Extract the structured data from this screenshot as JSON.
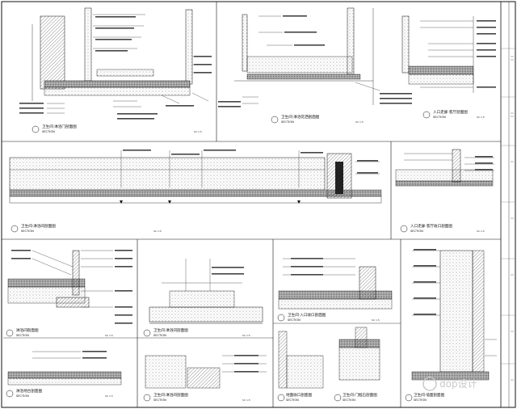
{
  "drawing": {
    "section_label": "SECTION",
    "scale": "SC 1:5",
    "panels": [
      {
        "id": "top-left",
        "title": "卫生间·淋浴门剖面图"
      },
      {
        "id": "top-middle",
        "title": "卫生间·淋浴花洒剖面图"
      },
      {
        "id": "top-right",
        "title": "入口走廊·客厅剖面图"
      },
      {
        "id": "middle-long",
        "title": "卫生间·淋浴间剖面图"
      },
      {
        "id": "middle-right",
        "title": "入口走廊·客厅收口剖面图"
      },
      {
        "id": "bottom-1",
        "title": "淋浴间剖面图"
      },
      {
        "id": "bottom-1b",
        "title": "淋浴地台剖面图"
      },
      {
        "id": "bottom-2",
        "title": "卫生间·淋浴间剖面图"
      },
      {
        "id": "bottom-2b",
        "title": "卫生间·淋浴间剖面图"
      },
      {
        "id": "bottom-3",
        "title": "卫生间·入口收口剖面图"
      },
      {
        "id": "bottom-3b",
        "title": "地面收口剖面图"
      },
      {
        "id": "bottom-3c",
        "title": "卫生间·门槛石剖面图"
      },
      {
        "id": "bottom-4",
        "title": "卫生间·墙面剖面图"
      }
    ]
  },
  "watermark": "dop设计",
  "colors": {
    "line": "#111111",
    "hatch": "#9a9a9a",
    "pattern": "#555555",
    "watermark": "#c9c9c9"
  }
}
